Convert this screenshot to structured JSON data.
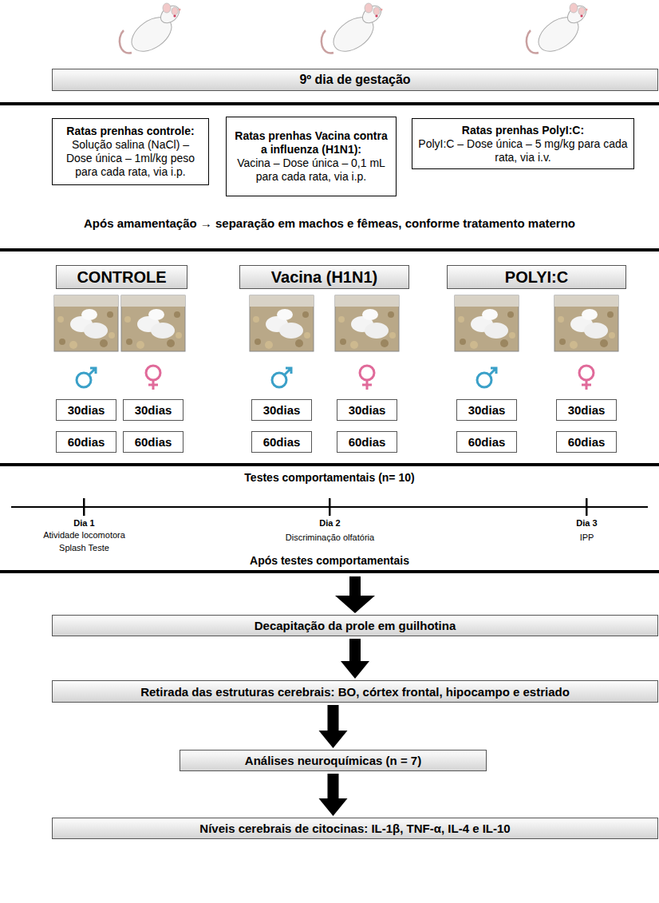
{
  "diagram": {
    "nodes": [
      {
        "text": [
          "9º dia de gestação"
        ]
      },
      {
        "text": [
          "Ratas prenhas controle:",
          "Solução salina (NaCl) – Dose única – 1ml/kg peso para cada rata, via i.p."
        ]
      },
      {
        "text": [
          "Ratas prenhas Vacina contra a influenza (H1N1):",
          "Vacina – Dose única – 0,1 mL para cada rata, via i.p."
        ]
      },
      {
        "text": [
          "Ratas prenhas PolyI:C:",
          "PolyI:C – Dose única – 5 mg/kg para cada rata, via i.v."
        ]
      },
      {
        "text": [
          "CONTROLE"
        ]
      },
      {
        "text": [
          "Vacina (H1N1)"
        ]
      },
      {
        "text": [
          "POLYI:C"
        ]
      },
      {
        "text": [
          "30dias"
        ]
      },
      {
        "text": [
          "30dias"
        ]
      },
      {
        "text": [
          "30dias"
        ]
      },
      {
        "text": [
          "30dias"
        ]
      },
      {
        "text": [
          "30dias"
        ]
      },
      {
        "text": [
          "30dias"
        ]
      },
      {
        "text": [
          "60dias"
        ]
      },
      {
        "text": [
          "60dias"
        ]
      },
      {
        "text": [
          "60dias"
        ]
      },
      {
        "text": [
          "60dias"
        ]
      },
      {
        "text": [
          "60dias"
        ]
      },
      {
        "text": [
          "60dias"
        ]
      },
      {
        "text": [
          "Decapitação da prole em guilhotina"
        ]
      },
      {
        "text": [
          "Retirada das estruturas cerebrais: BO, córtex frontal, hipocampo e estriado"
        ]
      },
      {
        "text": [
          "Análises neuroquímicas (n = 7)"
        ]
      },
      {
        "text": [
          "Níveis cerebrais de citocinas: IL-1β, TNF-α, IL-4 e IL-10"
        ]
      }
    ],
    "edges": [
      {
        "from": 19,
        "to": 20,
        "arrow": "to"
      },
      {
        "from": 20,
        "to": 21,
        "arrow": "to"
      },
      {
        "from": 21,
        "to": 22,
        "arrow": "to"
      }
    ],
    "labels": [
      "Após amamentação → separação em machos e fêmeas, conforme tratamento materno",
      "Testes comportamentais (n= 10)",
      "Dia 1",
      "Atividade locomotora",
      "Splash Teste",
      "Dia 2",
      "Discriminação olfatória",
      "Dia 3",
      "IPP",
      "Após testes comportamentais"
    ]
  }
}
